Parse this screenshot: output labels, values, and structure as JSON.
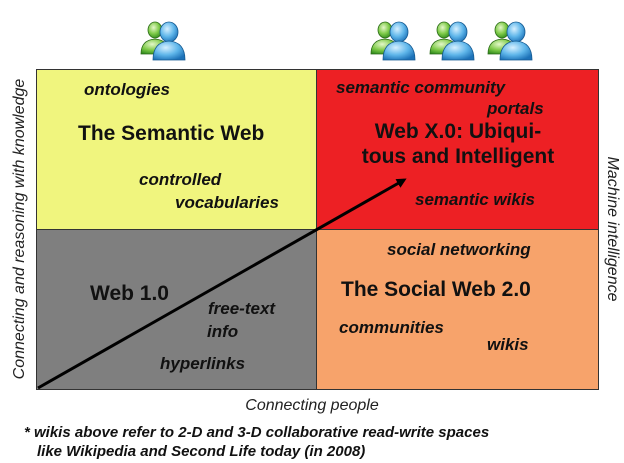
{
  "quadrants": {
    "top_left": {
      "title": "The Semantic Web",
      "label_1": "ontologies",
      "label_2a": "controlled",
      "label_2b": "vocabularies"
    },
    "top_right": {
      "title_line1": "Web X.0: Ubiqui-",
      "title_line2": "tous and Intelligent",
      "label_1": "semantic community",
      "label_2": "portals",
      "label_3": "semantic wikis"
    },
    "bottom_left": {
      "title": "Web 1.0",
      "label_1a": "free-text",
      "label_1b": "info",
      "label_2": "hyperlinks"
    },
    "bottom_right": {
      "title": "The Social Web 2.0",
      "label_1": "social networking",
      "label_2": "communities",
      "label_3": "wikis"
    }
  },
  "axes": {
    "x_label": "Connecting people",
    "y_left_label": "Connecting and reasoning with knowledge",
    "y_right_label": "Machine intelligence"
  },
  "people_icons": {
    "left_count": 1,
    "right_count": 3,
    "icon_name": "people-pair-icon"
  },
  "footnote": {
    "line1": "* wikis above refer to 2-D and 3-D collaborative read-write spaces",
    "line2": "like Wikipedia and Second Life today (in 2008)"
  },
  "colors": {
    "semantic_web": "#f0f57e",
    "web_x0": "#ed2024",
    "web_1_0": "#7f7f7f",
    "social_web": "#f7a36b"
  }
}
